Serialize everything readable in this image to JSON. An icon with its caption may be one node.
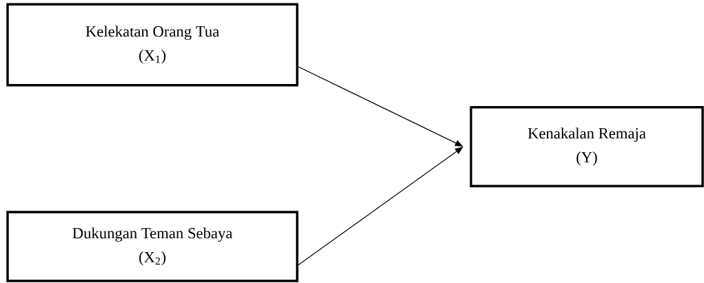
{
  "diagram": {
    "nodes": [
      {
        "text": [
          "Kelekatan Orang Tua",
          "(X$_{1}$)"
        ]
      },
      {
        "text": [
          "Dukungan Teman Sebaya",
          "(X$_{2}$)"
        ]
      },
      {
        "text": [
          "Kenakalan Remaja",
          "(Y)"
        ]
      }
    ],
    "edges": [
      {
        "from": 0,
        "to": 2,
        "arrow": "to"
      },
      {
        "from": 1,
        "to": 2,
        "arrow": "to"
      }
    ]
  }
}
